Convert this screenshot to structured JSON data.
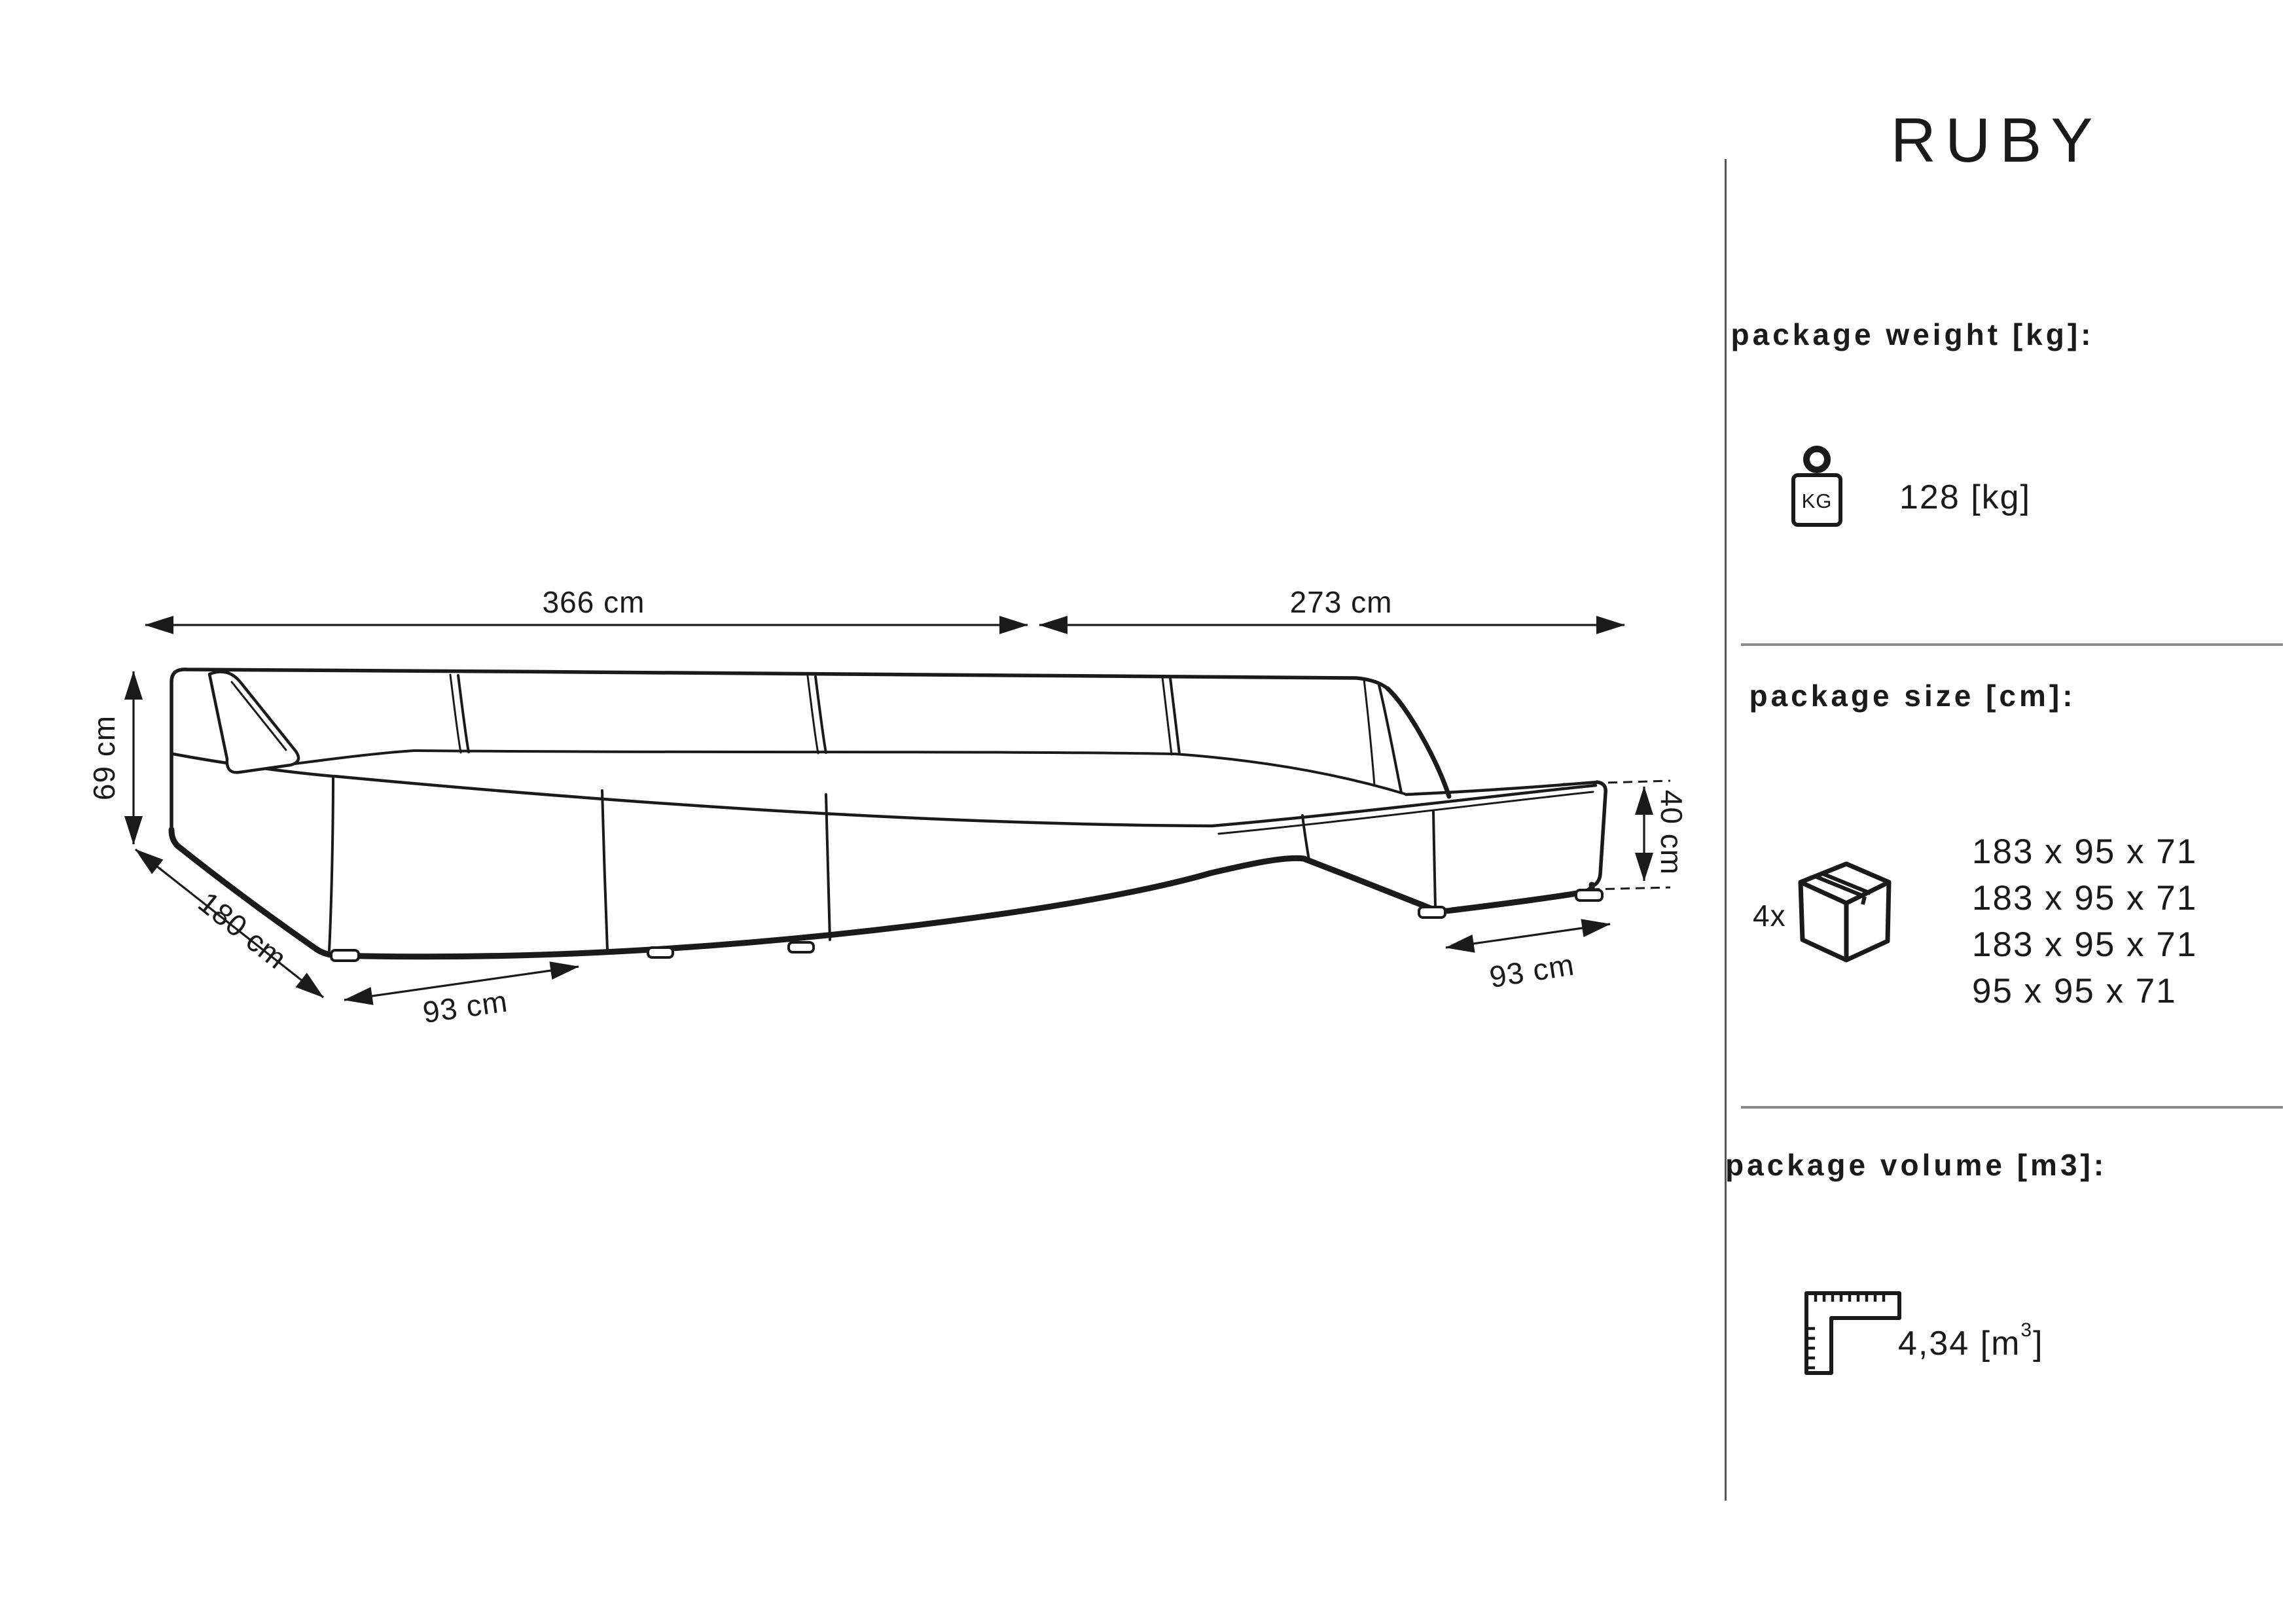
{
  "title": "RUBY",
  "sofa": {
    "dim_width_left": "366 cm",
    "dim_width_right": "273 cm",
    "dim_height": "69 cm",
    "dim_depth": "180 cm",
    "dim_chaise_left": "93 cm",
    "dim_chaise_right": "93 cm",
    "dim_seat_height": "40 cm"
  },
  "panel": {
    "weight": {
      "heading": "package weight [kg]:",
      "icon_label": "KG",
      "value": "128 [kg]"
    },
    "size": {
      "heading": "package size [cm]:",
      "quantity": "4x",
      "lines": [
        "183 x 95 x 71",
        "183 x 95 x 71",
        "183 x 95 x 71",
        "95 x 95 x 71"
      ]
    },
    "volume": {
      "heading": "package volume [m3]:",
      "value_prefix": "4,34 [m",
      "value_sup": "3",
      "value_suffix": "]"
    }
  },
  "colors": {
    "ink": "#1a1a1a",
    "divider_vertical": "#555555",
    "divider_horizontal": "#8a8a8a"
  }
}
